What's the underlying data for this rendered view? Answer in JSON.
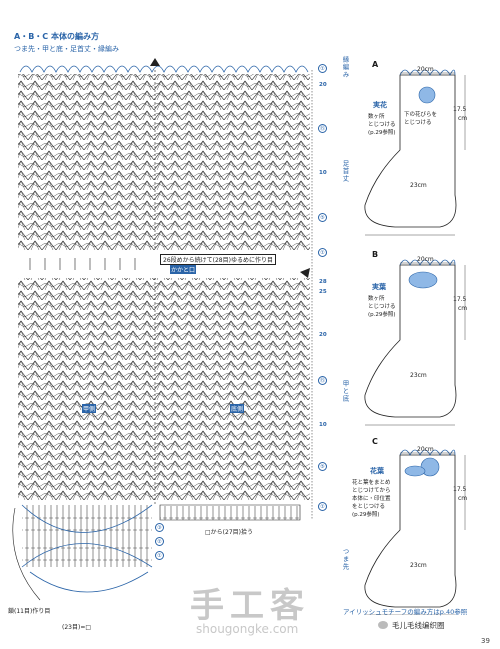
{
  "header": {
    "title": "A・B・C 本体の編み方",
    "subtitle": "つま先・甲と底・足首丈・縁編み"
  },
  "top_label": "縁編み",
  "row_numbers": {
    "r1": "①",
    "r20": "20",
    "r15": "⑮",
    "r10": "10",
    "r5": "⑤",
    "r1b": "①",
    "r28": "28",
    "r25": "25",
    "r20b": "20",
    "r15b": "⑮",
    "r10b": "10",
    "r5b": "⑤",
    "r1c": "①",
    "r3": "③",
    "r2": "②",
    "r1d": "①"
  },
  "side_labels": {
    "ankle": "足首丈",
    "instep": "甲と底",
    "toe": "つま先"
  },
  "chart_notes": {
    "heel_note": "26段めから続けて(28目)ゆるめに作り目",
    "heel": "かかと口",
    "instep_side": "甲側",
    "sole_side": "底側",
    "toe_pickup": "□から(27目)拾う",
    "toe_start": "鎖(11目)作り目",
    "toe_count": "(23目)=□"
  },
  "socks": [
    {
      "letter": "A",
      "width": "20cm",
      "height": "17.5",
      "unit": "cm",
      "foot": "23cm",
      "motif_label": "実花",
      "motif_note": "数ヶ所\nとじつける\n(p.29参照)",
      "motif_note2": "下の花びらを\nとじつける"
    },
    {
      "letter": "B",
      "width": "20cm",
      "height": "17.5",
      "unit": "cm",
      "foot": "23cm",
      "motif_label": "実葉",
      "motif_note": "数ヶ所\nとじつける\n(p.29参照)",
      "motif_note2": ""
    },
    {
      "letter": "C",
      "width": "20cm",
      "height": "17.5",
      "unit": "cm",
      "foot": "23cm",
      "motif_label": "花葉",
      "motif_note": "花と葉をまとめ\nとじつけてから\n本体に・印位置\nをとじつける\n(p.29参照)",
      "motif_note2": ""
    }
  ],
  "footnote": "アイリッシュモチーフの編み方はp.40参照",
  "watermark": "手工客",
  "watermark_url": "shougongke.com",
  "wechat_tag": "毛儿毛线编织圈",
  "page_number": "39",
  "colors": {
    "accent": "#2a64a8",
    "ink": "#1a1a1a",
    "sock_fill": "#ffffff",
    "motif": "#8fb8e6"
  }
}
